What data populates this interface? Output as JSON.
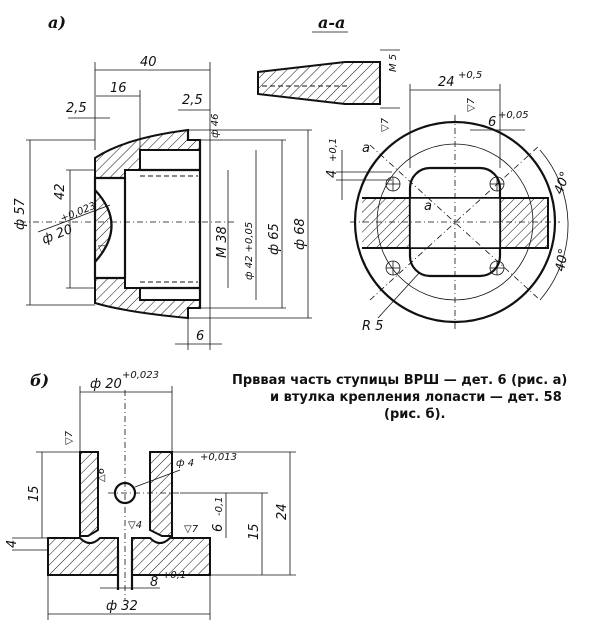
{
  "labels": {
    "view_a": "а)",
    "view_b": "б)",
    "section": "а-а"
  },
  "caption": {
    "line1": "Прввая часть ступицы ВРШ — дет. 6 (рис. а)",
    "line2": "и втулка крепления лопасти — дет. 58",
    "line3": "(рис. б)."
  },
  "dims_a": {
    "d40": "40",
    "d16": "16",
    "d25_left": "2,5",
    "d25_right": "2,5",
    "d46": "ф 46",
    "d57": "ф 57",
    "d42": "42",
    "d20": "ф 20",
    "d20_tol": "+0,023",
    "m38": "M 38",
    "d42_tol": "ф 42 +0,05",
    "d65": "ф 65",
    "d68": "ф 68",
    "d6_bottom": "6"
  },
  "dims_section": {
    "m5": "M 5",
    "d24": "24",
    "d24_tol": "+0,5",
    "d6": "6",
    "d6_tol": "+0,05",
    "d4": "4",
    "d4_tol": "+0,1",
    "a": "а",
    "a2": "а",
    "r5": "R 5",
    "ang1": "40°",
    "ang2": "40°"
  },
  "dims_b": {
    "d20": "ф 20",
    "d20_tol": "+0,023",
    "d4": "ф 4",
    "d4_tol": "+0,013",
    "h15_left": "15",
    "h15_right": "15",
    "h24": "24",
    "h6": "6",
    "h6_tol": "-0,1",
    "h4": "4",
    "w8": "8",
    "w8_tol": "+0,1",
    "d32": "ф 32",
    "rough7a": "7",
    "rough6": "6",
    "rough4": "4",
    "rough7b": "7"
  }
}
